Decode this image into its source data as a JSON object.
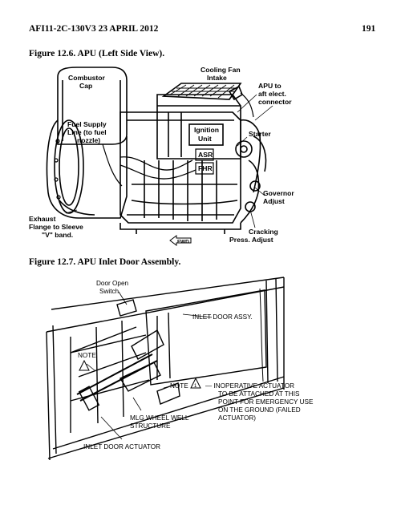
{
  "header": {
    "doc_id": "AFI11-2C-130V3  23 APRIL 2012",
    "page_number": "191"
  },
  "figure1": {
    "caption": "Figure 12.6.  APU (Left Side View).",
    "labels": {
      "combustor_cap": [
        "Combustor",
        "Cap"
      ],
      "cooling_fan": [
        "Cooling Fan",
        "Intake"
      ],
      "apu_connector": [
        "APU to",
        "aft elect.",
        "connector"
      ],
      "fuel_supply": [
        "Fuel Supply",
        "Line (to fuel",
        "nozzle)"
      ],
      "ignition_unit": [
        "Ignition",
        "Unit"
      ],
      "asr": "ASR",
      "fhr": "FHR",
      "starter": "Starter",
      "governor": [
        "Governor",
        "Adjust"
      ],
      "exhaust": [
        "Exhaust",
        "Flange to Sleeve",
        "\"V\" band."
      ],
      "fwd": "FWD",
      "cracking": [
        "Cracking",
        "Press. Adjust"
      ]
    }
  },
  "figure2": {
    "caption": "Figure 12.7.  APU Inlet Door Assembly.",
    "labels": {
      "door_open_switch": [
        "Door Open",
        "Switch"
      ],
      "inlet_door_assy": "INLET DOOR ASSY.",
      "note_left": "NOTE",
      "note_right": "NOTE",
      "warning_symbol": "1",
      "note_text": [
        "— INOPERATIVE ACTUATOR",
        "TO BE ATTACHED AT THIS",
        "POINT FOR EMERGENCY USE",
        "ON THE GROUND (FAILED",
        "ACTUATOR)"
      ],
      "mlg_wheel_well": [
        "MLG WHEEL WELL",
        "STRUCTURE"
      ],
      "inlet_door_actuator": "INLET DOOR ACTUATOR"
    }
  }
}
